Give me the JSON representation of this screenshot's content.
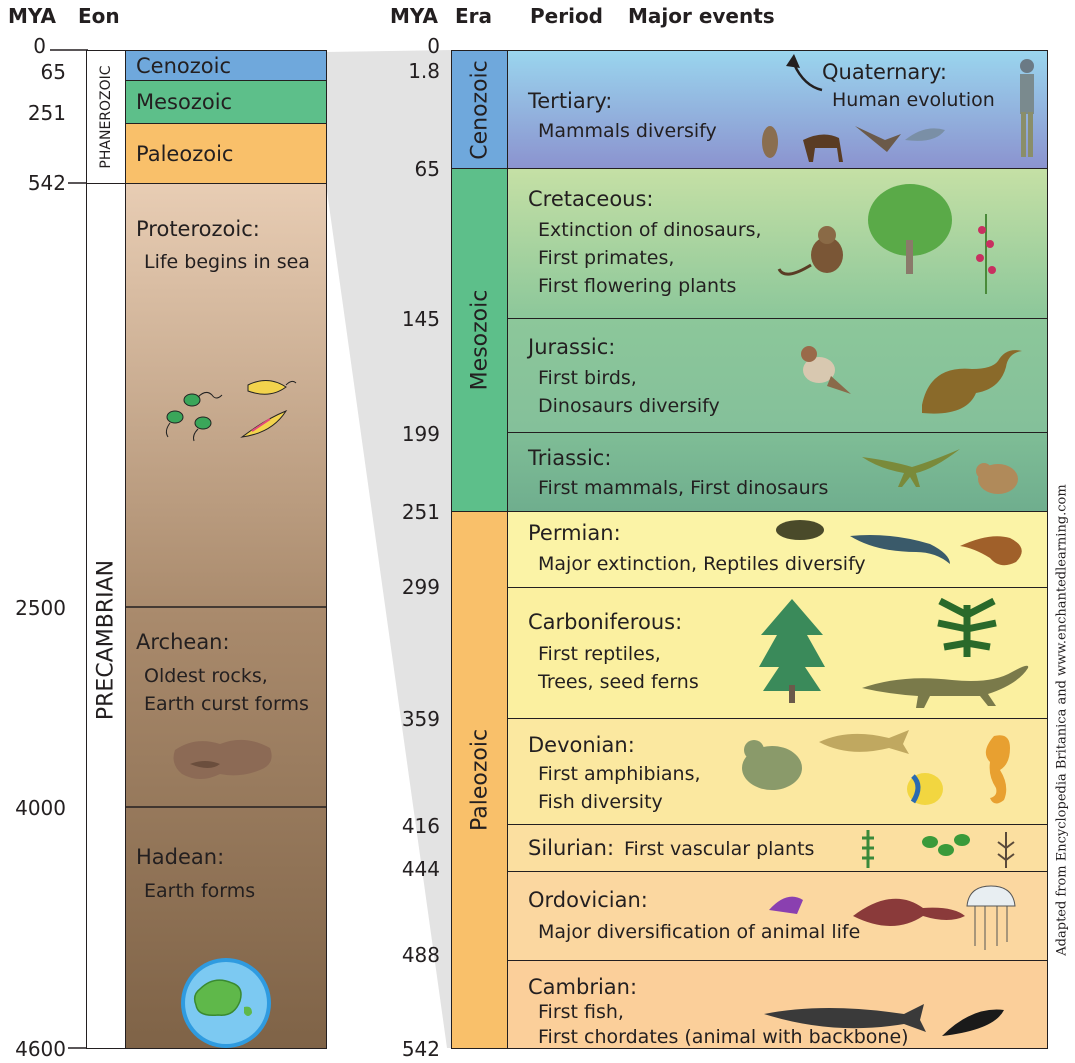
{
  "headers": {
    "left_mya": "MYA",
    "eon": "Eon",
    "right_mya": "MYA",
    "era": "Era",
    "period": "Period",
    "major_events": "Major events"
  },
  "left_ticks": [
    "0",
    "65",
    "251",
    "542",
    "2500",
    "4000",
    "4600"
  ],
  "eons": {
    "phanerozoic": "PHANEROZOIC",
    "precambrian": "PRECAMBRIAN"
  },
  "left_eras": {
    "cenozoic": "Cenozoic",
    "mesozoic": "Mesozoic",
    "paleozoic": "Paleozoic",
    "proterozoic": {
      "title": "Proterozoic:",
      "line1": "Life begins in sea"
    },
    "archean": {
      "title": "Archean:",
      "line1": "Oldest rocks,",
      "line2": "Earth curst forms"
    },
    "hadean": {
      "title": "Hadean:",
      "line1": "Earth forms"
    }
  },
  "right_ticks": [
    "0",
    "1.8",
    "65",
    "145",
    "199",
    "251",
    "299",
    "359",
    "416",
    "444",
    "488",
    "542"
  ],
  "eras": {
    "cenozoic": "Cenozoic",
    "mesozoic": "Mesozoic",
    "paleozoic": "Paleozoic"
  },
  "periods": {
    "tertiary": {
      "title": "Tertiary:",
      "line1": "Mammals diversify"
    },
    "quaternary": {
      "title": "Quaternary:",
      "line1": "Human evolution"
    },
    "cretaceous": {
      "title": "Cretaceous:",
      "line1": "Extinction of dinosaurs,",
      "line2": "First primates,",
      "line3": "First flowering plants"
    },
    "jurassic": {
      "title": "Jurassic:",
      "line1": "First birds,",
      "line2": "Dinosaurs diversify"
    },
    "triassic": {
      "title": "Triassic:",
      "line1": "First mammals, First dinosaurs"
    },
    "permian": {
      "title": "Permian:",
      "line1": "Major extinction, Reptiles diversify"
    },
    "carboniferous": {
      "title": "Carboniferous:",
      "line1": "First reptiles,",
      "line2": "Trees, seed ferns"
    },
    "devonian": {
      "title": "Devonian:",
      "line1": "First amphibians,",
      "line2": "Fish diversity"
    },
    "silurian": {
      "title": "Silurian:",
      "line1": "First vascular plants"
    },
    "ordovician": {
      "title": "Ordovician:",
      "line1": "Major diversification of animal life"
    },
    "cambrian": {
      "title": "Cambrian:",
      "line1": "First fish,",
      "line2": "First chordates (animal with backbone)"
    }
  },
  "credit": "Adapted from Encyclopedia Britanica and www.enchantedlearning.com",
  "colors": {
    "cenozoic": "#6fa8dc",
    "mesozoic": "#5dbf8a",
    "paleozoic": "#f9c06a",
    "precambrian_top": "#e8cdb4",
    "precambrian_bottom": "#7f6347",
    "zoom_wedge": "#e3e3e3"
  }
}
